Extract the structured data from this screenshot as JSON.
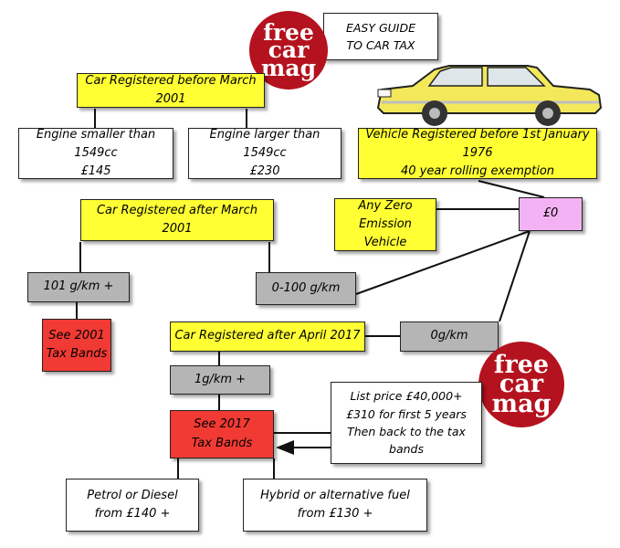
{
  "guide_title": {
    "line1": "EASY GUIDE",
    "line2": "TO CAR TAX"
  },
  "logo": {
    "line1": "free",
    "line2": "car",
    "line3": "mag",
    "color": "#b4121e"
  },
  "nodes": {
    "before_2001": {
      "label": "Car Registered before March 2001"
    },
    "engine_small": {
      "line1": "Engine smaller than 1549cc",
      "line2": "£145"
    },
    "engine_large": {
      "line1": "Engine larger than 1549cc",
      "line2": "£230"
    },
    "before_1976": {
      "line1": "Vehicle Registered before 1st January 1976",
      "line2": "40 year rolling exemption"
    },
    "after_2001": {
      "label": "Car Registered after March 2001"
    },
    "zero_emission": {
      "line1": "Any Zero Emission",
      "line2": "Vehicle"
    },
    "zero_cost": {
      "label": "£0"
    },
    "over_101": {
      "label": "101 g/km +"
    },
    "range_0_100": {
      "label": "0-100 g/km"
    },
    "bands_2001": {
      "line1": "See 2001",
      "line2": "Tax Bands"
    },
    "after_2017": {
      "label": "Car Registered after April 2017"
    },
    "zero_gkm": {
      "label": "0g/km"
    },
    "over_1": {
      "label": "1g/km +"
    },
    "list_price": {
      "line1": "List price £40,000+",
      "line2": "£310 for first 5 years",
      "line3": "Then back to the tax bands"
    },
    "bands_2017": {
      "line1": "See 2017",
      "line2": "Tax Bands"
    },
    "petrol_diesel": {
      "line1": "Petrol or Diesel",
      "line2": "from £140 +"
    },
    "hybrid": {
      "line1": "Hybrid or alternative fuel",
      "line2": "from £130 +"
    }
  },
  "colors": {
    "yellow": "#ffff33",
    "grey": "#b5b5b5",
    "red": "#f23a34",
    "pink": "#f3b2f3",
    "white": "#ffffff",
    "car_body": "#f3e85a"
  }
}
